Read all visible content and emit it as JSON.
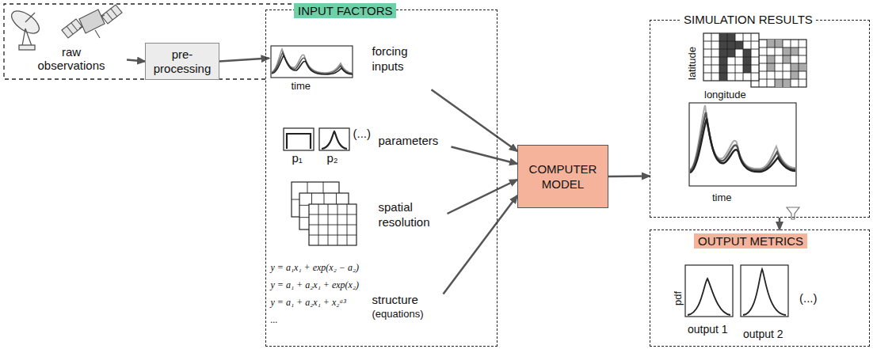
{
  "diagram": {
    "nodes": [
      {
        "text": [
          "INPUT FACTORS"
        ]
      },
      {
        "text": [
          "raw observations"
        ]
      },
      {
        "text": [
          "pre-processing"
        ]
      },
      {
        "text": [
          "time",
          "forcing inputs"
        ],
        "in": 0
      },
      {
        "text": [
          "p₁",
          "p₂",
          "(...)",
          "parameters"
        ],
        "in": 0
      },
      {
        "text": [
          "spatial resolution"
        ],
        "in": 0
      },
      {
        "text": [
          "y = a₁x₁ + exp(x₂ − a₂)",
          "y = a₁ + a₂x₁ + exp(x₂)",
          "y = a₁ + a₂x₁ + x₂ᵃ³",
          "...",
          "structure",
          "(equations)"
        ],
        "in": 0
      },
      {
        "text": [
          "COMPUTER MODEL"
        ]
      },
      {
        "text": [
          "SIMULATION RESULTS",
          "latitude",
          "longitude",
          "time"
        ]
      },
      {
        "text": [
          "OUTPUT METRICS",
          "pdf",
          "output 1",
          "output 2",
          "(...)"
        ]
      }
    ],
    "edges": [
      {
        "from": 1,
        "to": 2,
        "arrow": "to"
      },
      {
        "from": 2,
        "to": 3,
        "arrow": "to"
      },
      {
        "from": 3,
        "to": 7,
        "arrow": "to"
      },
      {
        "from": 4,
        "to": 7,
        "arrow": "to"
      },
      {
        "from": 5,
        "to": 7,
        "arrow": "to"
      },
      {
        "from": 6,
        "to": 7,
        "arrow": "to"
      },
      {
        "from": 7,
        "to": 8,
        "arrow": "to"
      },
      {
        "from": 8,
        "to": 9,
        "arrow": "to"
      }
    ]
  }
}
